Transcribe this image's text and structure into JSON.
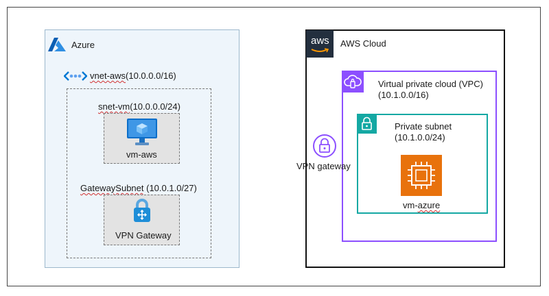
{
  "azure": {
    "title": "Azure",
    "vnet_name": "vnet-aws",
    "vnet_cidr": "(10.0.0.0/16)",
    "vm_subnet_name": "snet-vm",
    "vm_subnet_cidr": "(10.0.0.0/24)",
    "vm_label": "vm-aws",
    "gateway_subnet_name": "GatewaySubnet",
    "gateway_subnet_cidr": " (10.0.1.0/27)",
    "vpn_gateway_label": "VPN Gateway"
  },
  "aws": {
    "logo_text": "aws",
    "title": "AWS Cloud",
    "vpc_label": "Virtual private cloud (VPC)",
    "vpc_cidr": "(10.1.0.0/16)",
    "subnet_label": "Private subnet",
    "subnet_cidr": "(10.1.0.0/24)",
    "vpn_gateway_label": "VPN gateway",
    "vm_prefix": "vm-",
    "vm_suffix": "azure"
  },
  "colors": {
    "azure_blue": "#0078d4",
    "vpc_purple": "#8c4fff",
    "subnet_teal": "#14a8a3",
    "ec2_orange": "#e8720c",
    "aws_dark": "#232f3e"
  },
  "icons": {
    "azure_logo": "azure-logo-icon",
    "vnet": "vnet-icon",
    "vm": "virtual-machine-icon",
    "azure_vpn": "vpn-gateway-lock-icon",
    "aws_logo": "aws-logo-icon",
    "vpc": "vpc-cloud-icon",
    "subnet": "subnet-lock-icon",
    "aws_vpn": "vpn-gateway-lock-icon",
    "ec2": "ec2-instance-icon"
  }
}
